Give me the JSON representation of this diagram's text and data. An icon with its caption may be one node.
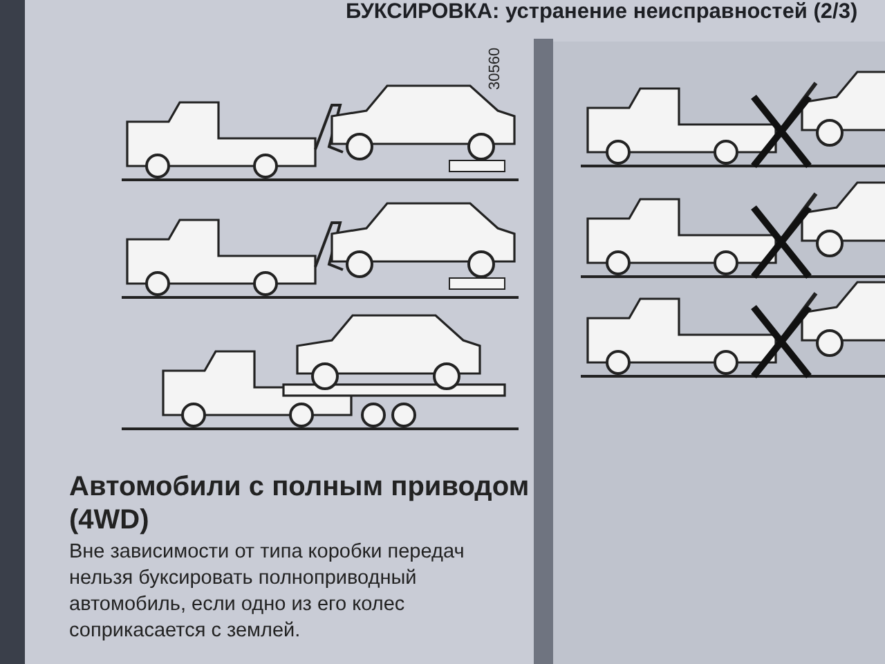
{
  "diagram": {
    "title": "БУКСИРОВКА: устранение неисправностей (2/3)",
    "labels": [
      "30560",
      "Автомобили с полным приводом (4WD)",
      "Вне зависимости от типа коробки передач нельзя буксировать полноприводный автомобиль, если одно из его колес соприкасается с землей."
    ]
  }
}
